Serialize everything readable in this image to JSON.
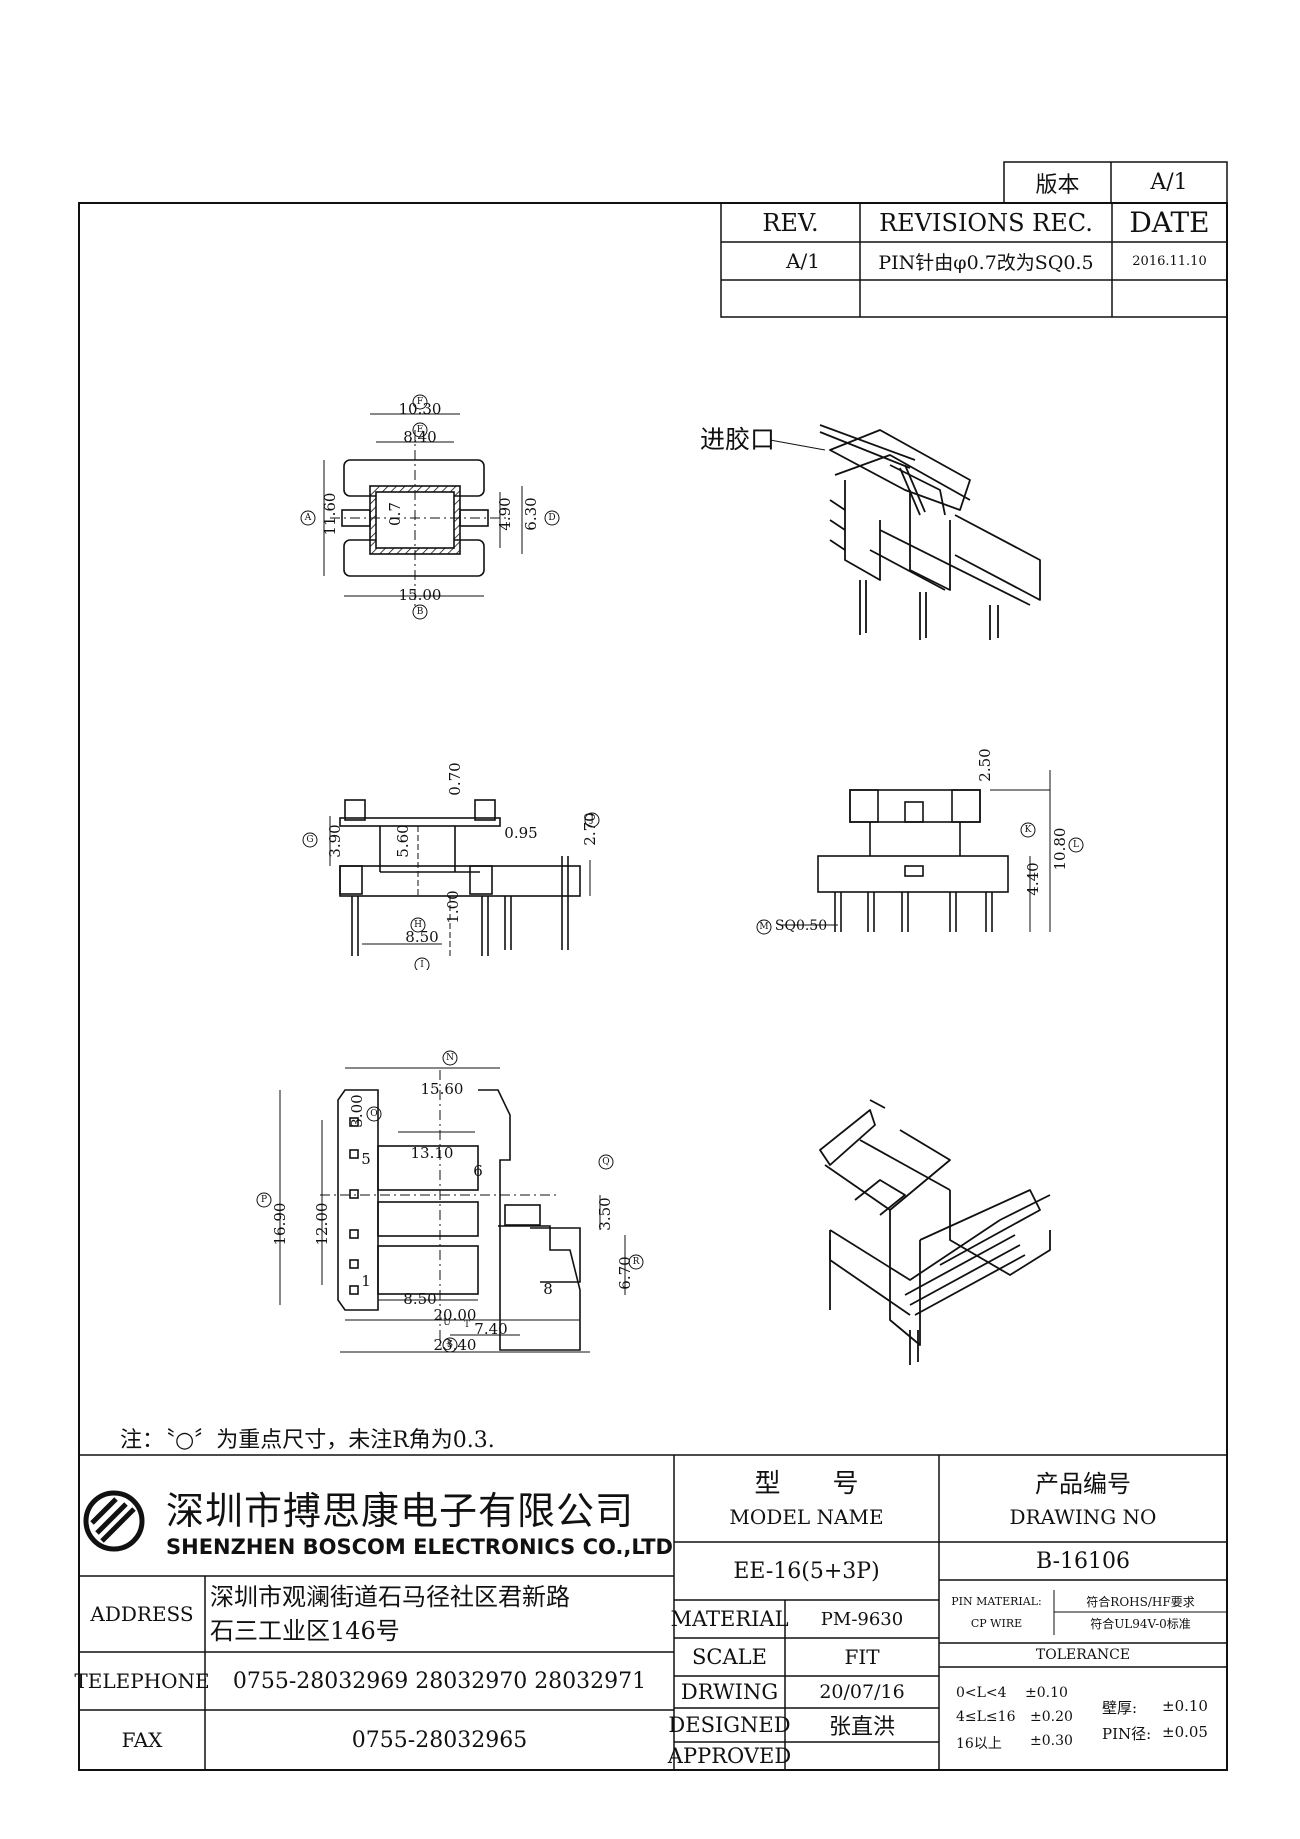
{
  "version_box": {
    "label": "版本",
    "value": "A/1"
  },
  "revision_table": {
    "headers": {
      "rev": "REV.",
      "rec": "REVISIONS REC.",
      "date": "DATE"
    },
    "rows": [
      {
        "rev": "A/1",
        "rec": "PIN针由φ0.7改为SQ0.5",
        "date": "2016.11.10"
      }
    ]
  },
  "callout": {
    "gate": "进胶口"
  },
  "top_view": {
    "dims": {
      "w_outer": "10.30",
      "w_inner": "8.40",
      "h_total": "11.60",
      "slot": "0.7",
      "h_mid": "4.90",
      "h_out": "6.30",
      "base": "15.00"
    },
    "markers": {
      "f": "F",
      "e": "E",
      "a": "A",
      "d": "D",
      "b": "B"
    }
  },
  "front_view": {
    "dims": {
      "t1": "0.70",
      "h1": "3.90",
      "h2": "5.60",
      "t2": "0.95",
      "h3": "2.70",
      "pin": "1.00",
      "base": "8.50"
    },
    "markers": {
      "g": "G",
      "h": "H",
      "i": "I",
      "j": "J"
    }
  },
  "side_view": {
    "dims": {
      "top": "2.50",
      "h1": "10.80",
      "h2": "4.40",
      "pin": "SQ0.50"
    },
    "markers": {
      "k": "K",
      "l": "L",
      "m": "M"
    }
  },
  "bottom_view": {
    "dims": {
      "w_top": "15.60",
      "t": "3.00",
      "inner": "13.10",
      "h_total": "16.90",
      "h_mid": "12.00",
      "p1": "3.50",
      "p2": "6.70",
      "w1": "8.50",
      "w2": "20.00",
      "w3": "7.40",
      "w_total": "23.40"
    },
    "pins": {
      "p5": "5",
      "p6": "6",
      "p1": "1",
      "p8": "8"
    },
    "markers": {
      "n": "N",
      "o": "O",
      "p": "P",
      "q": "Q",
      "r": "R",
      "s": "S",
      "t": "T",
      "u": "U"
    }
  },
  "note": {
    "text": "注：〝○〞为重点尺寸，未注R角为0.3."
  },
  "company": {
    "name_cn": "深圳市搏思康电子有限公司",
    "name_en": "SHENZHEN BOSCOM ELECTRONICS CO.,LTD",
    "address_label": "ADDRESS",
    "address_line1": "深圳市观澜街道石马径社区君新路",
    "address_line2": "石三工业区146号",
    "telephone_label": "TELEPHONE",
    "telephone": "0755-28032969 28032970 28032971",
    "fax_label": "FAX",
    "fax": "0755-28032965"
  },
  "model": {
    "label_cn": "型　　号",
    "label_en": "MODEL NAME",
    "value": "EE-16(5+3P)"
  },
  "specs": {
    "material_label": "MATERIAL",
    "material": "PM-9630",
    "scale_label": "SCALE",
    "scale": "FIT",
    "drawing_label": "DRWING",
    "drawing_date": "20/07/16",
    "designed_label": "DESIGNED",
    "designer": "张直洪",
    "approved_label": "APPROVED"
  },
  "drawing_no": {
    "label_cn": "产品编号",
    "label_en": "DRAWING NO",
    "value": "B-16106"
  },
  "pin_material": {
    "label1": "PIN MATERIAL:",
    "value1": "符合ROHS/HF要求",
    "label2": "CP WIRE",
    "value2": "符合UL94V-0标准"
  },
  "tolerance": {
    "title": "TOLERANCE",
    "r1_range": "0<L<4",
    "r1_tol": "±0.10",
    "r2_range": "4≤L≤16",
    "r2_tol": "±0.20",
    "r3_range": "16以上",
    "r3_tol": "±0.30",
    "wall_label": "壁厚:",
    "wall_tol": "±0.10",
    "pin_label": "PIN径:",
    "pin_tol": "±0.05"
  },
  "colors": {
    "ink": "#111111",
    "paper": "#ffffff"
  }
}
